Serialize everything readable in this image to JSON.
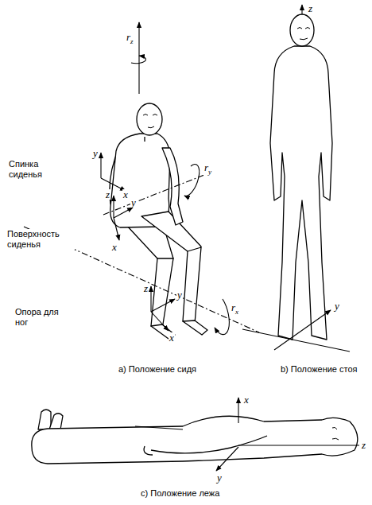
{
  "diagram": {
    "labels": [
      "rz",
      "Спинка сиденья",
      "y",
      "x",
      "ry",
      "Поверхность сиденья",
      "z",
      "y",
      "x",
      "rx",
      "Опора для ног",
      "z",
      "y",
      "x",
      "a) Положение сидя",
      "z",
      "y",
      "b) Положение стоя",
      "x",
      "y",
      "z",
      "c) Положение лежа"
    ]
  }
}
